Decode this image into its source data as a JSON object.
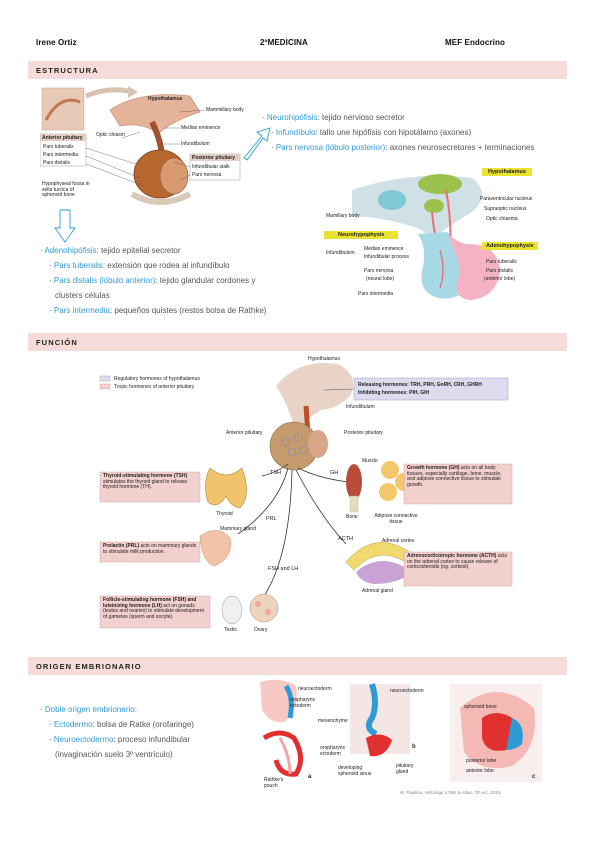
{
  "header": {
    "author": "Irene Ortiz",
    "course": "2ºMEDICINA",
    "subject": "MEF Endocrino"
  },
  "sections": {
    "estructura": "ESTRUCTURA",
    "funcion": "FUNCIÓN",
    "origen": "ORIGEN EMBRIONARIO"
  },
  "estructura": {
    "neuro_title": "Neurohipófisis",
    "neuro_desc": ": tejido nervioso secretor",
    "infundibulo_title": "Infundíbulo",
    "infundibulo_desc": ": tallo une hipófisis con hipotálamo (axones)",
    "pars_nervosa_title": "Pars nervosa (lóbulo posterior)",
    "pars_nervosa_desc": ": axones neurosecretores + terminaciones",
    "adeno_title": "Adenohipófisis",
    "adeno_desc": ": tejido epitelial secretor",
    "tuberalis_title": "Pars tuberalis",
    "tuberalis_desc": ": extensión que rodea al infundíbulo",
    "distalis_title": "Pars distalis (lóbulo anterior)",
    "distalis_desc": ": tejido glandular cordones y",
    "distalis_desc2": "clusters células",
    "intermedia_title": "Pars intermedia",
    "intermedia_desc": ": pequeños quistes (restos bolsa de Rathke)",
    "fig1": {
      "hypothalamus": "Hypothalamus",
      "mammillary": "Mammillary body",
      "median": "Median eminence",
      "optic": "Optic chiasm",
      "infundibulum": "Infundibulum",
      "anterior_pit": "Anterior pituitary",
      "pars_tub": "Pars tuberalis",
      "pars_int": "Pars intermedia",
      "pars_dist": "Pars distalis",
      "posterior_pit": "Posterior pituitary",
      "infund_stalk": "Infundibular stalk",
      "pars_nerv": "Pars nervosa",
      "fossa": "Hypophyseal fossa in sella turcica of sphenoid bone"
    },
    "fig2": {
      "hypothalamus": "Hypothalamus",
      "paraventricular": "Paraventricular nucleus",
      "supraoptic": "Supraoptic nucleus",
      "optic": "Optic chiasma",
      "mamillary": "Mamillary body",
      "neurohypophysis": "Neurohypophysis",
      "infundibulum": "Infundibulum",
      "median": "Median eminence",
      "infund_process": "Infundibular process",
      "adenohypophysis": "Adenohypophysis",
      "pars_tub": "Pars tuberalis",
      "pars_nerv": "Pars nervosa",
      "neural_lobe": "(neural lobe)",
      "pars_dist": "Pars distalis",
      "anterior_lobe": "(anterior lobe)",
      "pars_int": "Pars intermedia"
    }
  },
  "funcion": {
    "legend1": "Regulatory hormones of hypothalamus",
    "legend2": "Tropic hormones of anterior pituitary",
    "hypothalamus": "Hypothalamus",
    "releasing": "Releasing hormones: TRH, PRH, GnRH, CRH, GHRH",
    "inhibiting": "Inhibiting hormones: PIH, GIH",
    "infundibulum": "Infundibulum",
    "anterior_pit": "Anterior pituitary",
    "posterior_pit": "Posterior pituitary",
    "tsh_label": "TSH",
    "gh_label": "GH",
    "prl_label": "PRL",
    "acth_label": "ACTH",
    "fsh_label": "FSH and LH",
    "tsh_box_title": "Thyroid-stimulating hormone (TSH)",
    "tsh_box_desc": "stimulates the thyroid gland to release thyroid hormone (TH).",
    "thyroid": "Thyroid",
    "muscle": "Muscle",
    "bone": "Bone",
    "adipose": "Adipose connective tissue",
    "gh_box_title": "Growth hormone (GH)",
    "gh_box_desc": "acts on all body tissues, especially cartilage, bone, muscle, and adipose connective tissue to stimulate growth.",
    "mammary": "Mammary gland",
    "prl_box_title": "Prolactin (PRL)",
    "prl_box_desc": "acts on mammary glands to stimulate milk production.",
    "adrenal_cortex": "Adrenal cortex",
    "acth_box_title": "Adrenocorticotropic hormone (ACTH)",
    "acth_box_desc": "acts on the adrenal cortex to cause release of corticosteroids (eg, cortisol).",
    "adrenal_gland": "Adrenal gland",
    "fsh_box_title": "Follicle-stimulating hormone (FSH) and luteinizing hormone (LH)",
    "fsh_box_desc": "act on gonads (testes and ovaries) to stimulate development of gametes (sperm and oocyte).",
    "testis": "Testis",
    "ovary": "Ovary"
  },
  "origen": {
    "doble": "Doble origen embrionario:",
    "ecto_title": "Ectodermo",
    "ecto_desc": ": bolsa de Ratke (orofaringe)",
    "neuro_title": "Neuroectodermo",
    "neuro_desc": ": proceso infundibular",
    "neuro_desc2": "(invaginación suelo 3º ventrículo)",
    "fig": {
      "neuroectoderm": "neuroectoderm",
      "oropharynx": "oropharynx ectoderm",
      "mesenchyme": "mesenchyme",
      "rathke": "Rathke's pouch",
      "a": "a",
      "oro2": "oropharynx ectoderm",
      "developing": "developing sphenoid sinus",
      "neuroecto2": "neuroectoderm",
      "pituitary": "pituitary gland",
      "b": "b",
      "sphenoid": "sphenoid bone",
      "posterior_lobe": "posterior lobe",
      "anterior_lobe": "anterior lobe",
      "c": "c",
      "credit": "W. Pawlina, Histology a Text & Atlas, 7th ed., 2016"
    }
  },
  "colors": {
    "section_bg": "#f6dcd9",
    "blue_text": "#2e9bd6",
    "yellow_label": "#e8e230",
    "hormone_box": "#f2d0ce",
    "regulatory_box": "#dcdcee"
  }
}
